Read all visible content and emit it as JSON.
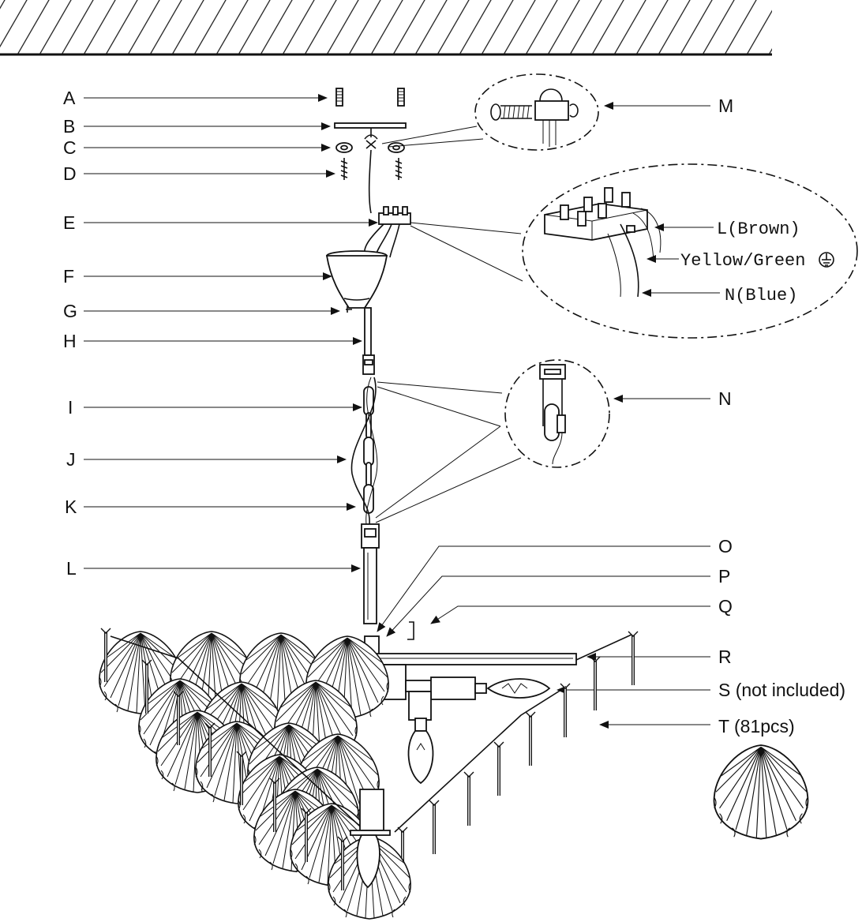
{
  "labels": {
    "A": "A",
    "B": "B",
    "C": "C",
    "D": "D",
    "E": "E",
    "F": "F",
    "G": "G",
    "H": "H",
    "I": "I",
    "J": "J",
    "K": "K",
    "L": "L",
    "M": "M",
    "N": "N",
    "O": "O",
    "P": "P",
    "Q": "Q",
    "R": "R",
    "S": "S (not included)",
    "T": "T (81pcs)"
  },
  "wires": {
    "live": "L(Brown)",
    "earth": "Yellow/Green",
    "neutral": "N(Blue)"
  },
  "icons": [
    "ground-symbol-icon",
    "shell-icon",
    "bulb-icon",
    "arrow-icon"
  ],
  "colors": {
    "line": "#111111",
    "background": "#ffffff"
  }
}
